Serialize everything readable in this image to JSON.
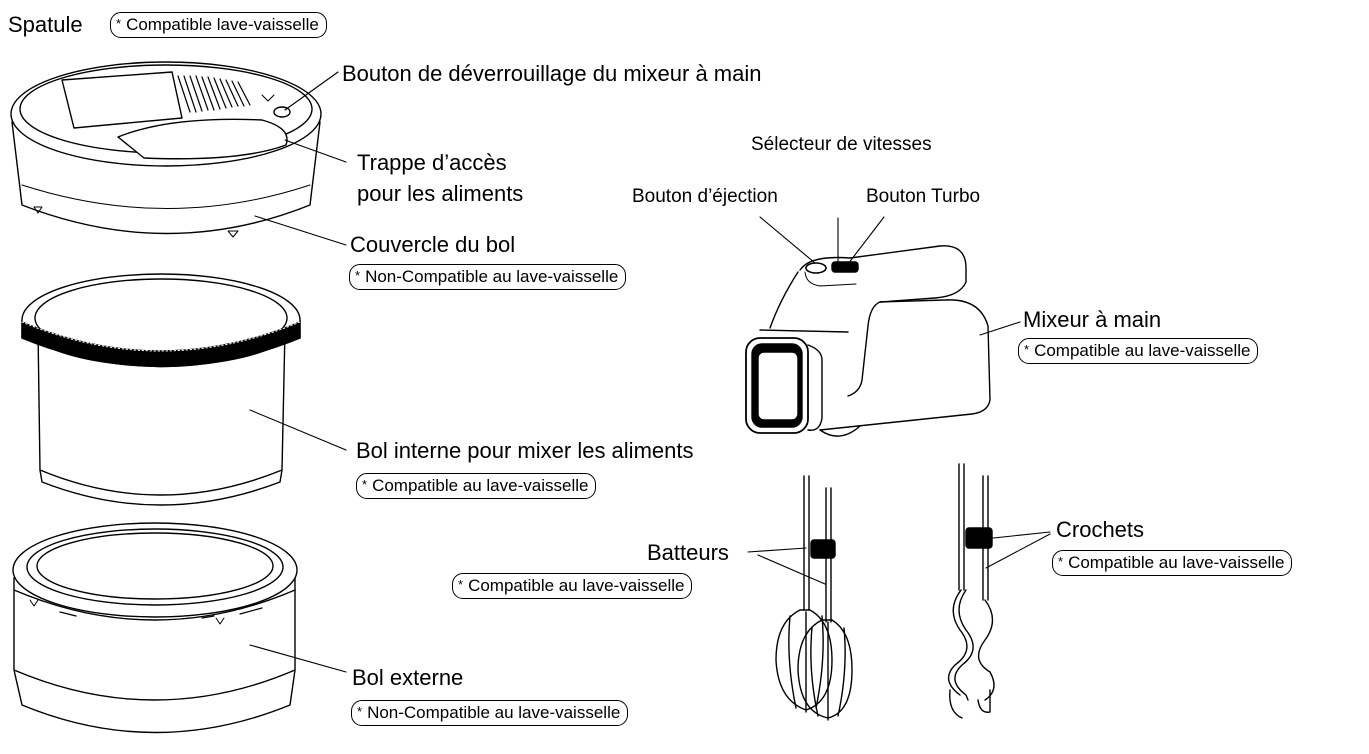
{
  "labels": {
    "spatule": "Spatule",
    "unlock_button": "Bouton de déverrouillage du mixeur à main",
    "food_hatch_line1": "Trappe d’accès",
    "food_hatch_line2": "pour les aliments",
    "bowl_lid": "Couvercle du bol",
    "inner_bowl": "Bol interne pour mixer les aliments",
    "outer_bowl": "Bol externe",
    "speed_selector": "Sélecteur de vitesses",
    "eject_button": "Bouton d’éjection",
    "turbo_button": "Bouton Turbo",
    "hand_mixer": "Mixeur à main",
    "beaters": "Batteurs",
    "hooks": "Crochets"
  },
  "badges": {
    "star": "*",
    "spatule": "Compatible lave-vaisselle",
    "bowl_lid": "Non-Compatible au lave-vaisselle",
    "inner_bowl": "Compatible au lave-vaisselle",
    "outer_bowl": "Non-Compatible au lave-vaisselle",
    "hand_mixer": "Compatible au lave-vaisselle",
    "beaters": "Compatible au lave-vaisselle",
    "hooks": "Compatible au lave-vaisselle"
  }
}
